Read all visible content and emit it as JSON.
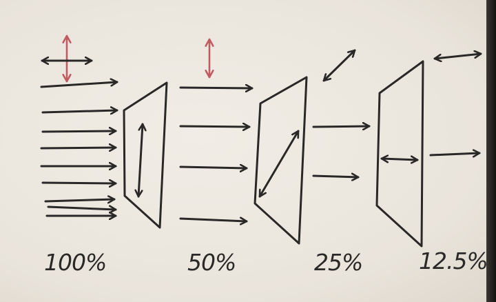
{
  "stages": [
    {
      "id": "stage-1",
      "percent_label": "100%"
    },
    {
      "id": "stage-2",
      "percent_label": "50%"
    },
    {
      "id": "stage-3",
      "percent_label": "25%"
    },
    {
      "id": "stage-4",
      "percent_label": "12.5%"
    }
  ],
  "colors": {
    "ink": "#2a2827",
    "red_ink": "#c25a62",
    "paper": "#eeeae2"
  }
}
